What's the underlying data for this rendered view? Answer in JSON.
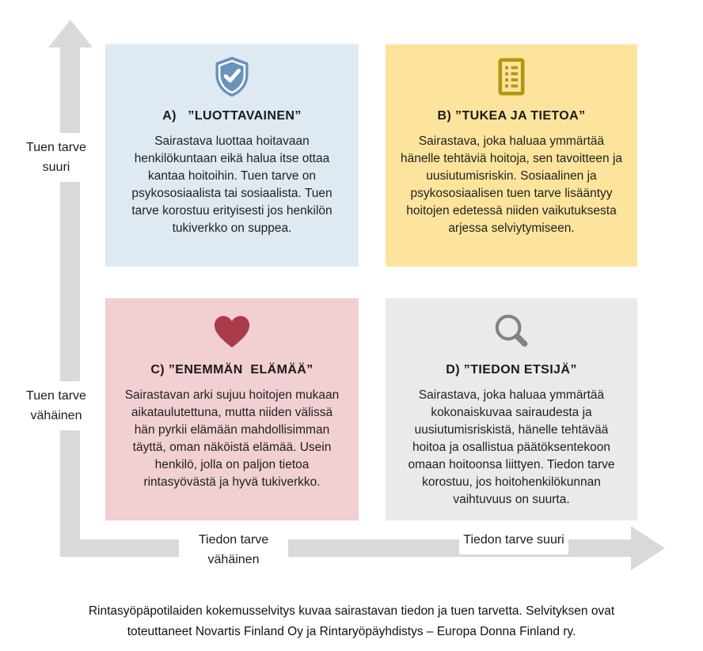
{
  "diagram": {
    "arrow_color": "#d9d9d9",
    "axis_y": {
      "label_top": "Tuen tarve suuri",
      "label_bottom": "Tuen tarve vähäinen"
    },
    "axis_x": {
      "label_left": "Tiedon tarve vähäinen",
      "label_right": "Tiedon tarve suuri"
    }
  },
  "quadrants": [
    {
      "id": "A",
      "title": "A)   ”LUOTTAVAINEN”",
      "body": "Sairastava luottaa hoitavaan henkilökuntaan eikä halua itse ottaa kantaa hoitoihin. Tuen tarve on psykososiaalista tai sosiaalista. Tuen tarve korostuu erityisesti jos henkilön tukiverkko on suppea.",
      "icon": "shield-check-icon",
      "bg_color": "#dfe9f2",
      "icon_color": "#6992bc"
    },
    {
      "id": "B",
      "title": "B) ”TUKEA JA TIETOA”",
      "body": "Sairastava, joka haluaa ymmärtää hänelle tehtäviä hoitoja, sen tavoitteen ja uusiutumisriskin. Sosiaalinen ja psykososiaalisen tuen tarve lisääntyy hoitojen edetessä niiden vaikutuksesta arjessa selviytymiseen.",
      "icon": "checklist-icon",
      "bg_color": "#fce49c",
      "icon_color": "#b8940e"
    },
    {
      "id": "C",
      "title": "C) ”ENEMMÄN  ELÄMÄÄ”",
      "body": "Sairastavan arki sujuu hoitojen mukaan aikataulutettuna, mutta niiden välissä hän pyrkii elämään mahdollisimman täyttä, oman näköistä elämää. Usein henkilö, jolla on paljon tietoa rintasyövästä ja hyvä tukiverkko.",
      "icon": "heart-icon",
      "bg_color": "#f2cfd2",
      "icon_color": "#a93b4b"
    },
    {
      "id": "D",
      "title": "D) ”TIEDON ETSIJÄ”",
      "body": "Sairastava, joka haluaa ymmärtää kokonaiskuvaa sairaudesta ja uusiutumisriskistä, hänelle tehtävää hoitoa ja osallistua päätöksentekoon omaan hoitoonsa liittyen. Tiedon tarve korostuu, jos hoitohenkilökunnan vaihtuvuus on suurta.",
      "icon": "magnifier-icon",
      "bg_color": "#e8eaec",
      "icon_color": "#808285"
    }
  ],
  "footer": {
    "caption": "Rintasyöpäpotilaiden kokemusselvitys kuvaa sairastavan tiedon ja tuen tarvetta. Selvityksen ovat toteuttaneet Novartis Finland Oy ja Rintaryöpäyhdistys – Europa Donna Finland ry."
  }
}
